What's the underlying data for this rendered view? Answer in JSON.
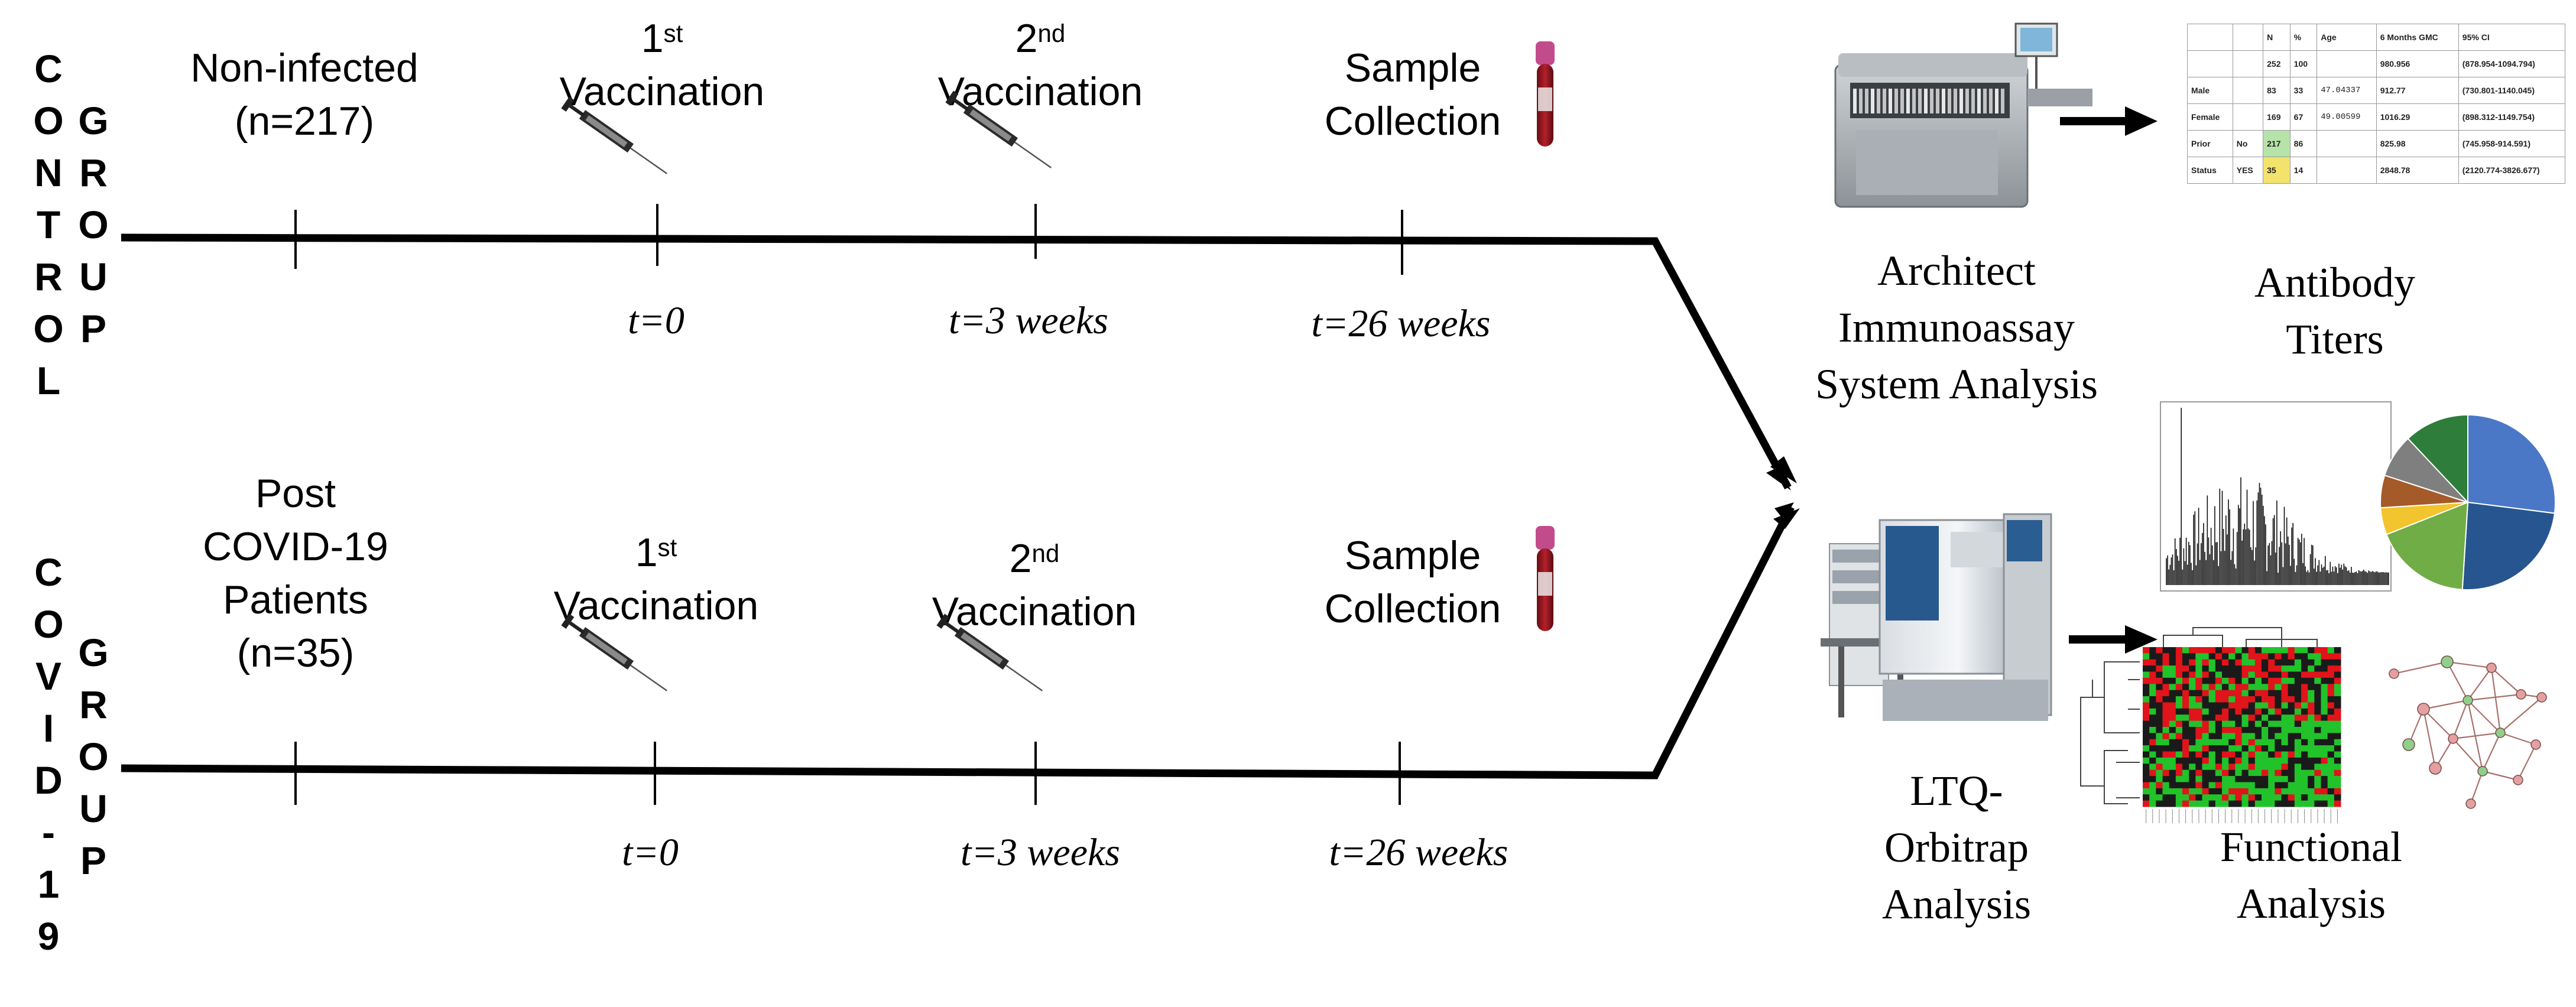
{
  "groups": {
    "control": {
      "side_label_left": [
        "C",
        "O",
        "N",
        "T",
        "R",
        "O",
        "L"
      ],
      "side_label_right": [
        "G",
        "R",
        "O",
        "U",
        "P"
      ],
      "cohort_lines": [
        "Non-infected",
        "(n=217)"
      ],
      "first_vacc": {
        "ordinal": "1",
        "suffix": "st",
        "word": "Vaccination"
      },
      "second_vacc": {
        "ordinal": "2",
        "suffix": "nd",
        "word": "Vaccination"
      },
      "sample_lines": [
        "Sample",
        "Collection"
      ],
      "times": [
        "t=0",
        "t=3 weeks",
        "t=26 weeks"
      ]
    },
    "covid": {
      "side_label_left": [
        "C",
        "O",
        "V",
        "I",
        "D",
        "-",
        "1",
        "9"
      ],
      "side_label_right": [
        "G",
        "R",
        "O",
        "U",
        "P"
      ],
      "cohort_lines": [
        "Post",
        "COVID-19",
        "Patients",
        "(n=35)"
      ],
      "first_vacc": {
        "ordinal": "1",
        "suffix": "st",
        "word": "Vaccination"
      },
      "second_vacc": {
        "ordinal": "2",
        "suffix": "nd",
        "word": "Vaccination"
      },
      "sample_lines": [
        "Sample",
        "Collection"
      ],
      "times": [
        "t=0",
        "t=3 weeks",
        "t=26 weeks"
      ]
    }
  },
  "analysis": {
    "architect_lines": [
      "Architect",
      "Immunoassay",
      "System Analysis"
    ],
    "antibody_lines": [
      "Antibody",
      "Titers"
    ],
    "ltq_lines": [
      "LTQ-",
      "Orbitrap",
      "Analysis"
    ],
    "functional_lines": [
      "Functional",
      "Analysis"
    ]
  },
  "titer_table": {
    "header": [
      "",
      "",
      "N",
      "%",
      "Age",
      "6 Months GMC",
      "95% CI"
    ],
    "rows": [
      [
        "",
        "",
        "252",
        "100",
        "",
        "980.956",
        "(878.954-1094.794)"
      ],
      [
        "Male",
        "",
        "83",
        "33",
        "47.04337",
        "912.77",
        "(730.801-1140.045)"
      ],
      [
        "Female",
        "",
        "169",
        "67",
        "49.00599",
        "1016.29",
        "(898.312-1149.754)"
      ],
      [
        "Prior",
        "No",
        "217",
        "86",
        "",
        "825.98",
        "(745.958-914.591)"
      ],
      [
        "Status",
        "YES",
        "35",
        "14",
        "",
        "2848.78",
        "(2120.774-3826.677)"
      ]
    ],
    "highlight_no": "#b6e3a8",
    "highlight_yes": "#f3e36d"
  },
  "colors": {
    "line": "#000000",
    "heat_red": "#e0141a",
    "heat_green": "#22c22a",
    "pie": [
      "#4a78c7",
      "#27558f",
      "#70ad47",
      "#f2c42d",
      "#a55a2a",
      "#7f7f7f",
      "#2e7d3a"
    ]
  },
  "icons": [
    "syringe-icon",
    "blood-tube-icon",
    "arrow-icon",
    "instrument-icon",
    "mass-spec-icon"
  ]
}
